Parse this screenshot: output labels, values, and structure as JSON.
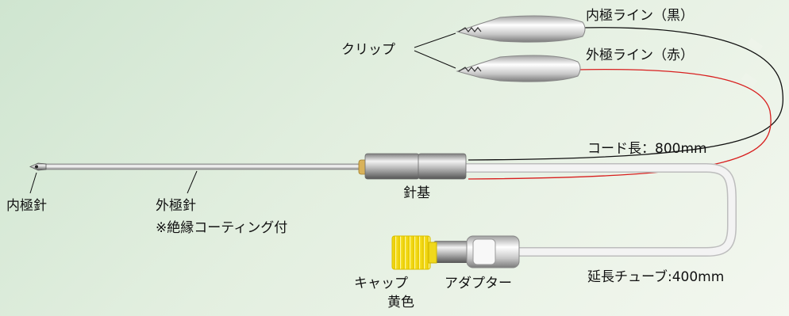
{
  "labels": {
    "inner_line": "内極ライン（黒）",
    "outer_line": "外極ライン（赤）",
    "clip": "クリップ",
    "cord_length": "コード長：800mm",
    "inner_needle": "内極針",
    "outer_needle": "外極針",
    "outer_needle_note": "※絶縁コーティング付",
    "needle_base": "針基",
    "extension_tube": "延長チューブ:400mm",
    "cap": "キャップ",
    "cap_color": "黄色",
    "adapter": "アダプター"
  },
  "colors": {
    "inner_line": "#111111",
    "outer_line": "#d81e1e",
    "cap": "#f2dc1a",
    "tube": "#f3f3f3"
  }
}
